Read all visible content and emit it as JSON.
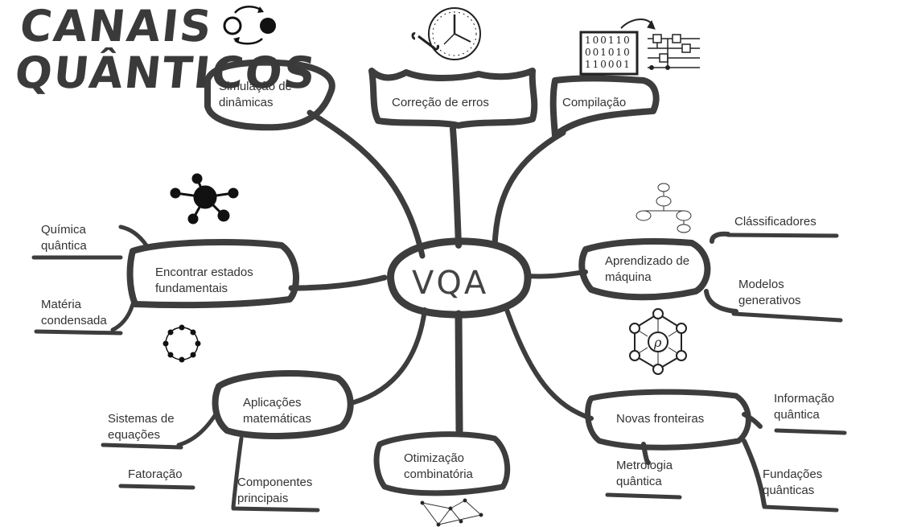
{
  "title": "CANAIS\nQUÂNTICOS",
  "center": "VQA",
  "nodes": {
    "simulacao": "Simulação de\ndinâmicas",
    "correcao": "Correção de  erros",
    "compilacao": "Compilação",
    "aprendizado": "Aprendizado de\nmáquina",
    "novas": "Novas fronteiras",
    "otimizacao": "Otimização\ncombinatória",
    "aplicacoes": "Aplicações\nmatemáticas",
    "encontrar": "Encontrar estados\nfundamentais"
  },
  "leaves": {
    "quimica": "Química\nquântica",
    "materia": "Matéria\ncondensada",
    "classificadores": "Clássificadores",
    "modelos": "Modelos\ngenerativos",
    "informacao": "Informação\nquântica",
    "fundacoes": "Fundações\nquânticas",
    "metrologia": "Metrologia\nquântica",
    "sistemas": "Sistemas de\nequações",
    "fatoracao": "Fatoração",
    "componentes": "Componentes\nprincipais"
  },
  "binary": "100110\n001010\n110001",
  "colors": {
    "stroke": "#3d3d3d",
    "text": "#333333"
  }
}
